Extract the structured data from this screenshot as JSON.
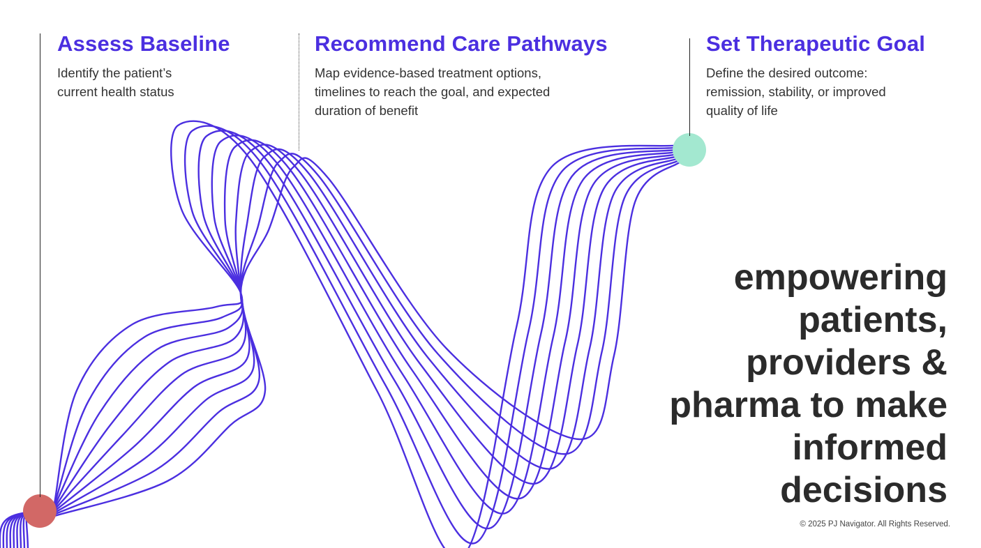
{
  "steps": [
    {
      "title": "Assess Baseline",
      "lines": [
        "Identify the patient’s",
        "current health status"
      ]
    },
    {
      "title": "Recommend Care Pathways",
      "lines": [
        "Map evidence-based treatment options,",
        "timelines to reach the goal, and expected",
        "duration of benefit"
      ]
    },
    {
      "title": "Set Therapeutic Goal",
      "lines": [
        "Define the desired outcome:",
        "remission, stability, or improved",
        "quality of life"
      ]
    }
  ],
  "tagline": [
    "empowering",
    "patients,",
    "providers &",
    "pharma to make",
    "informed",
    "decisions"
  ],
  "copyright": "© 2025 PJ Navigator. All Rights Reserved.",
  "colors": {
    "accent": "#4b2fe0",
    "start_dot": "#d26866",
    "end_dot": "#a3e8d0",
    "text": "#2b2b2b"
  }
}
